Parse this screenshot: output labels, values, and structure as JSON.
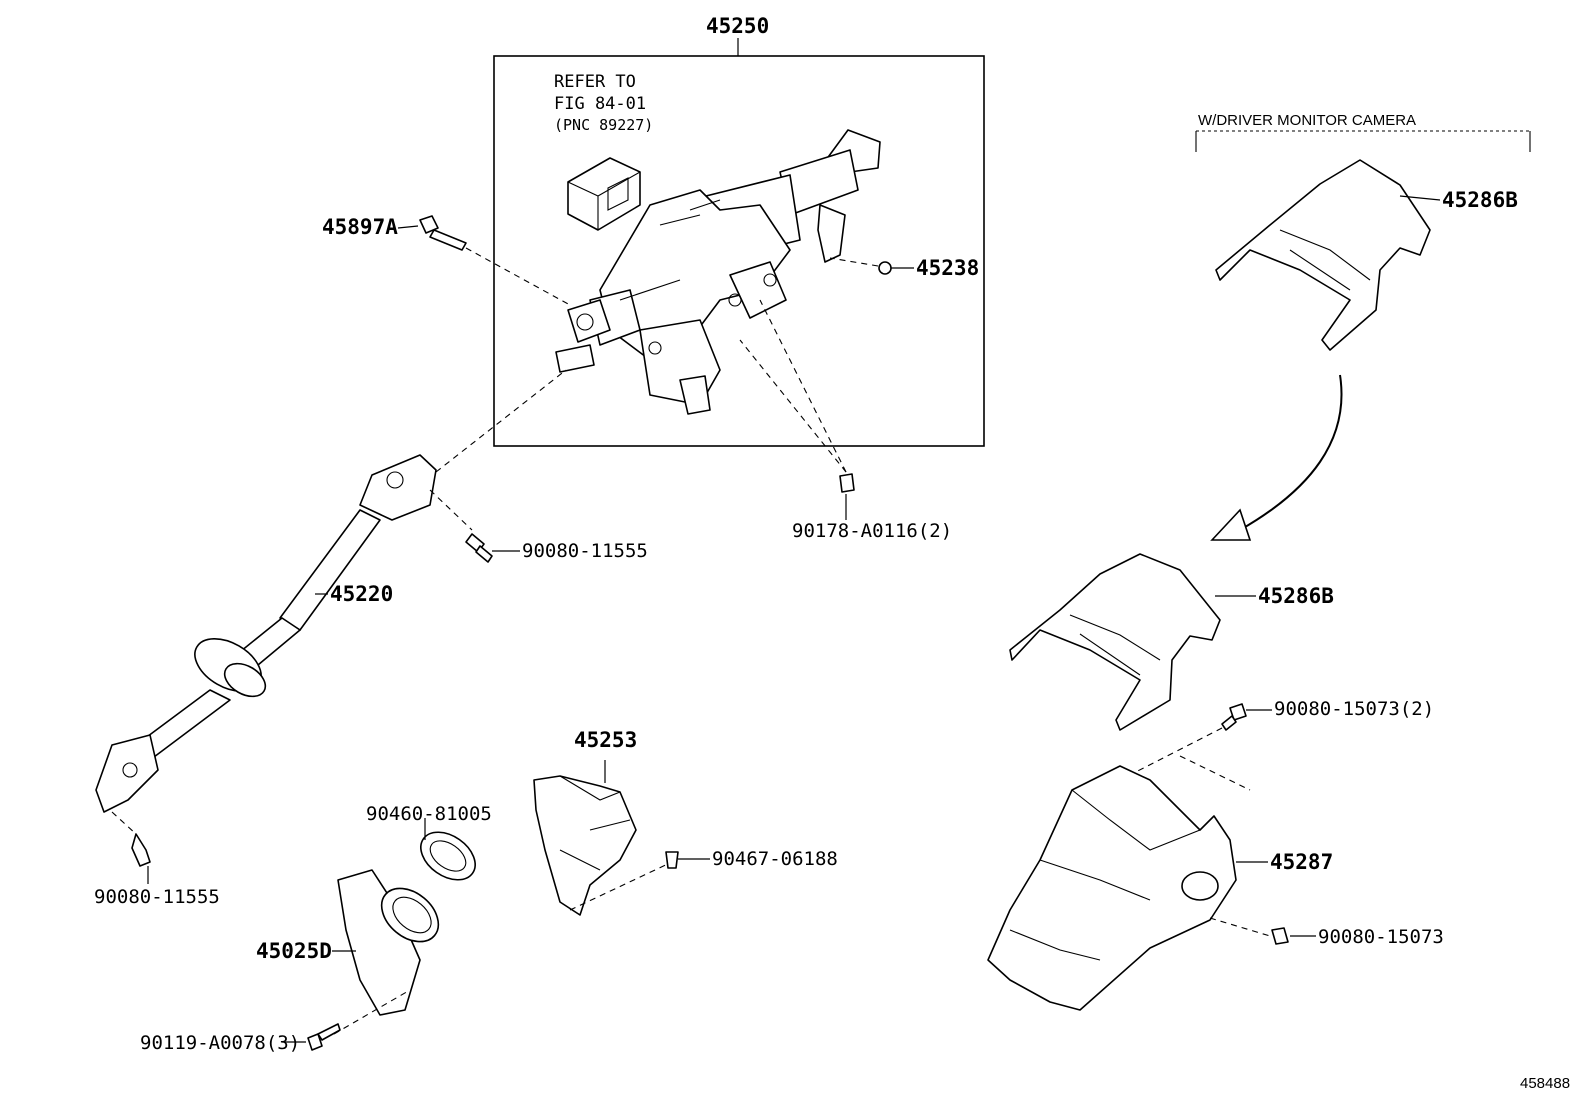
{
  "diagram": {
    "labels": {
      "p45250": "45250",
      "refer_line1": "REFER TO",
      "refer_line2": "FIG 84-01",
      "refer_line3": "(PNC 89227)",
      "p45897A": "45897A",
      "p45238": "45238",
      "p90178": "90178-A0116(2)",
      "p90080_top": "90080-11555",
      "p45220": "45220",
      "p90080_bottom": "90080-11555",
      "p45253": "45253",
      "p90460": "90460-81005",
      "p90467": "90467-06188",
      "p45025D": "45025D",
      "p90119": "90119-A0078(3)",
      "camera_note": "W/DRIVER MONITOR CAMERA",
      "p45286B_upper": "45286B",
      "p45286B_lower": "45286B",
      "p90080_15073_2": "90080-15073(2)",
      "p45287": "45287",
      "p90080_15073": "90080-15073",
      "diagram_id": "458488"
    }
  }
}
